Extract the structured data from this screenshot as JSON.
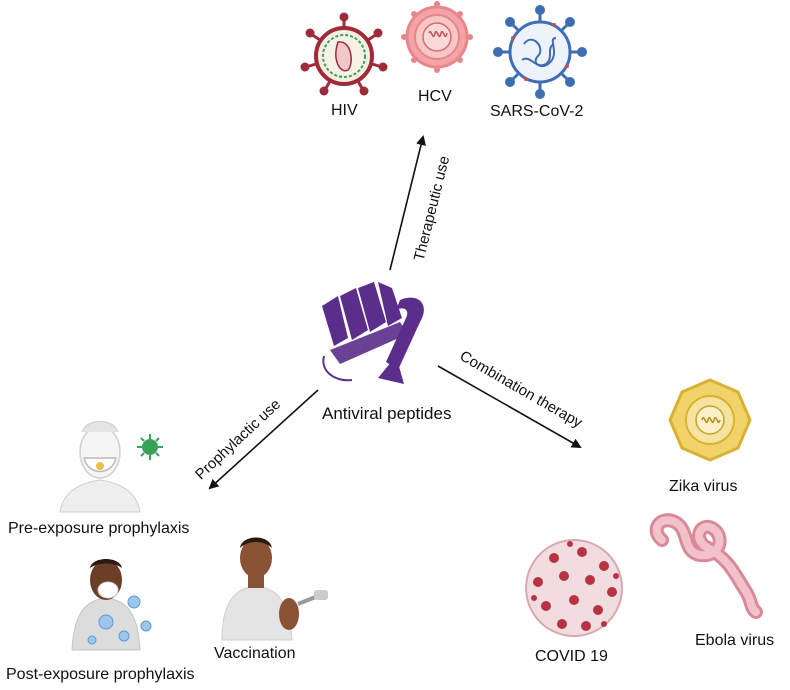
{
  "center": {
    "label": "Antiviral peptides",
    "icon": "peptide-structure-icon"
  },
  "branches": {
    "therapeutic": {
      "label": "Therapeutic use"
    },
    "combination": {
      "label": "Combination therapy"
    },
    "prophylactic": {
      "label": "Prophylactic use"
    }
  },
  "viruses_top": [
    {
      "label": "HIV",
      "icon": "hiv-virus-icon"
    },
    {
      "label": "HCV",
      "icon": "hcv-virus-icon"
    },
    {
      "label": "SARS-CoV-2",
      "icon": "sars-cov-2-virus-icon"
    }
  ],
  "viruses_right": [
    {
      "label": "Zika virus",
      "icon": "zika-virus-icon"
    },
    {
      "label": "Ebola virus",
      "icon": "ebola-virus-icon"
    },
    {
      "label": "COVID 19",
      "icon": "covid-19-virus-icon"
    }
  ],
  "prophylaxis": [
    {
      "label": "Pre-exposure prophylaxis",
      "icon": "masked-person-icon"
    },
    {
      "label": "Post-exposure prophylaxis",
      "icon": "sneezing-person-icon"
    },
    {
      "label": "Vaccination",
      "icon": "vaccination-icon"
    }
  ],
  "colors": {
    "peptide": "#5a2e8a",
    "hiv": "#9e2b3a",
    "hcv": "#e8868c",
    "sars": "#3f6db3",
    "zika": "#e7c445",
    "ebola": "#eaa3ae",
    "covid": "#b73343",
    "virus_small": "#3aa15a"
  }
}
